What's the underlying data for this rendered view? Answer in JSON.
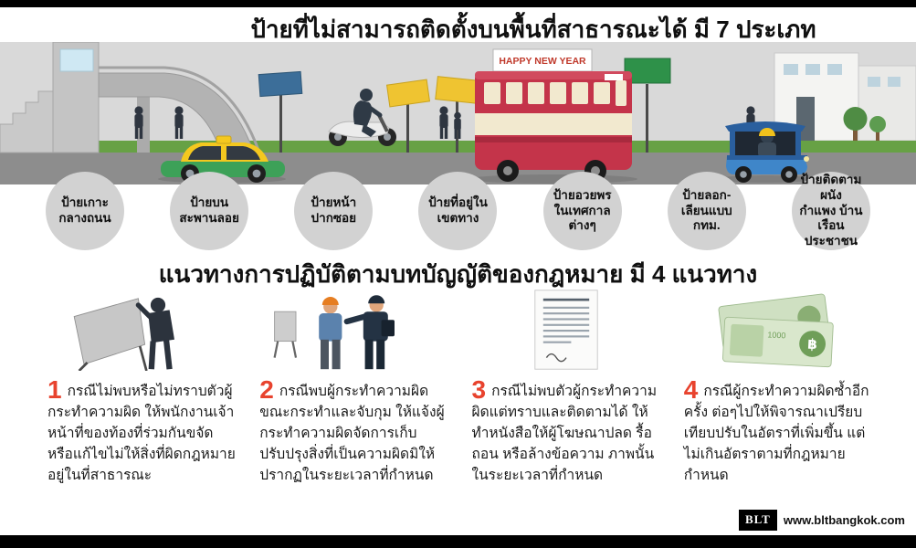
{
  "colors": {
    "accent_red": "#e8432e",
    "circle_gray": "#d2d2d2",
    "scene_bg": "#d9d9d9",
    "road_gray": "#8d8d8d",
    "grass_green": "#67a145",
    "bus_red": "#c4344a",
    "taxi_yellow": "#f4c81f",
    "taxi_green": "#3da158",
    "tuktuk_blue": "#3f86c9"
  },
  "header": {
    "title": "ป้ายที่ไม่สามารถติดตั้งบนพื้นที่สาธารณะได้ มี 7 ประเภท"
  },
  "scene": {
    "bus_roof_sign": "HAPPY NEW YEAR"
  },
  "sign_types": [
    {
      "label": "ป้ายเกาะ\nกลางถนน"
    },
    {
      "label": "ป้ายบน\nสะพานลอย"
    },
    {
      "label": "ป้ายหน้า\nปากซอย"
    },
    {
      "label": "ป้ายที่อยู่ใน\nเขตทาง"
    },
    {
      "label": "ป้ายอวยพร\nในเทศกาล\nต่างๆ"
    },
    {
      "label": "ป้ายลอก-\nเลียนแบบ\nกทม."
    },
    {
      "label": "ป้ายติดตามผนัง\nกำแพง บ้านเรือน\nประชาชน"
    }
  ],
  "guidelines": {
    "title": "แนวทางการปฏิบัติตามบทบัญญัติของกฎหมาย มี 4 แนวทาง",
    "items": [
      {
        "number": "1",
        "icon": "person-removing-sign-icon",
        "text": "กรณีไม่พบหรือไม่ทราบตัวผู้กระทำความผิด ให้พนักงานเจ้าหน้าที่ของท้องที่ร่วมกันขจัดหรือแก้ไขไม่ให้สิ่งที่ผิดกฎหมายอยู่ในที่สาธารณะ"
      },
      {
        "number": "2",
        "icon": "officer-arresting-offender-icon",
        "text": "กรณีพบผู้กระทำความผิดขณะกระทำและจับกุม ให้แจ้งผู้กระทำความผิดจัดการเก็บ ปรับปรุงสิ่งที่เป็นความผิดมิให้ปรากฏในระยะเวลาที่กำหนด"
      },
      {
        "number": "3",
        "icon": "official-letter-icon",
        "text": "กรณีไม่พบตัวผู้กระทำความผิดแต่ทราบและติดตามได้ ให้ทำหนังสือให้ผู้โฆษณาปลด รื้อ ถอน หรือล้างข้อความ ภาพนั้นในระยะเวลาที่กำหนด"
      },
      {
        "number": "4",
        "icon": "fine-banknotes-icon",
        "text": "กรณีผู้กระทำความผิดซ้ำอีกครั้ง ต่อๆไปให้พิจารณาเปรียบเทียบปรับในอัตราที่เพิ่มขึ้น แต่ไม่เกินอัตราตามที่กฎหมายกำหนด",
        "banknote_value": "1000",
        "baht_symbol": "฿"
      }
    ]
  },
  "footer": {
    "logo": "BLT",
    "website": "www.bltbangkok.com"
  }
}
